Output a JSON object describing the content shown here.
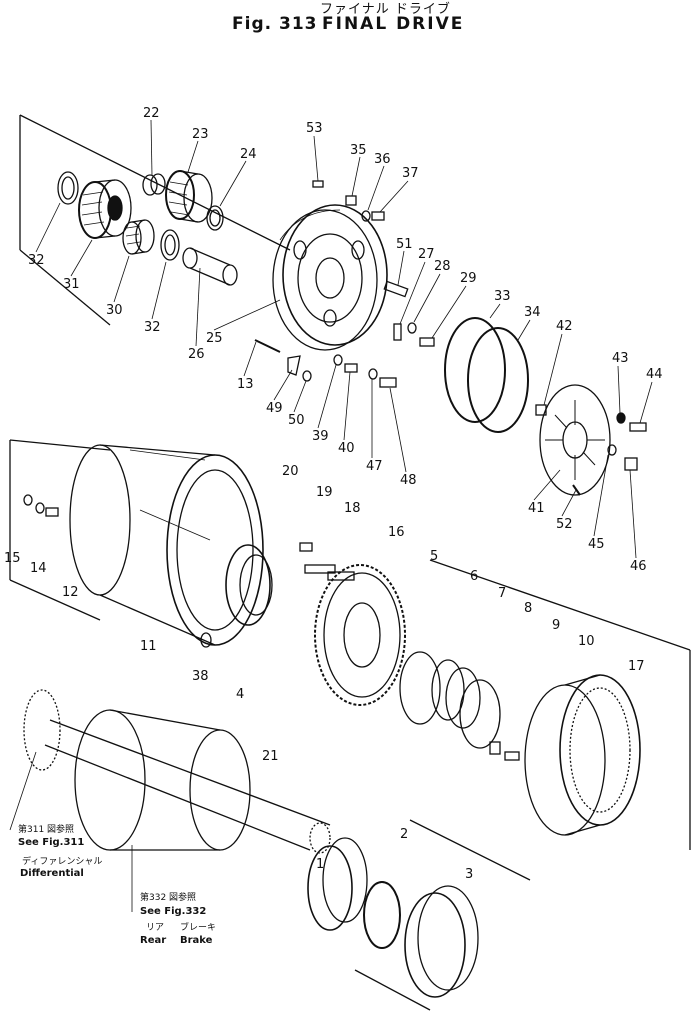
{
  "header": {
    "japanese_title": "ファイナル ドライブ",
    "figure_number": "Fig. 313",
    "title": "FINAL DRIVE"
  },
  "part_numbers": [
    "1",
    "2",
    "3",
    "4",
    "5",
    "6",
    "7",
    "8",
    "9",
    "10",
    "11",
    "12",
    "13",
    "14",
    "15",
    "16",
    "17",
    "18",
    "19",
    "20",
    "21",
    "22",
    "23",
    "24",
    "25",
    "26",
    "27",
    "28",
    "29",
    "30",
    "31",
    "32",
    "32",
    "33",
    "34",
    "35",
    "36",
    "37",
    "38",
    "39",
    "40",
    "41",
    "42",
    "43",
    "44",
    "45",
    "46",
    "47",
    "48",
    "49",
    "50",
    "51",
    "52",
    "53"
  ],
  "references": {
    "differential": {
      "jp_see": "第311 図参照",
      "see": "See Fig.311",
      "jp_name": "ディファレンシャル",
      "name": "Differential"
    },
    "rear_brake": {
      "jp_see": "第332 図参照",
      "see": "See Fig.332",
      "jp_rear": "リア",
      "jp_brake": "ブレーキ",
      "rear": "Rear",
      "brake": "Brake"
    }
  }
}
